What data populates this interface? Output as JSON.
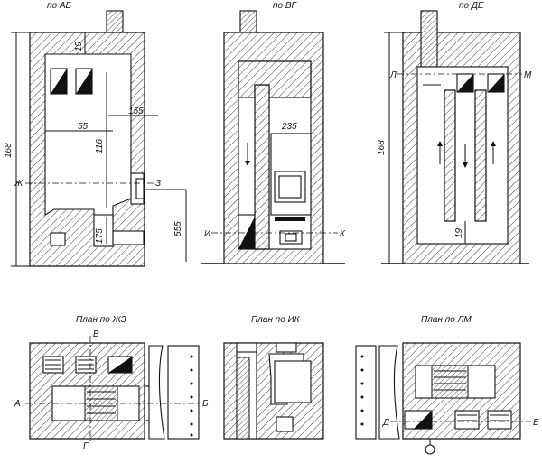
{
  "views": {
    "ab": {
      "title": "по АБ",
      "dims": [
        "19",
        "155",
        "55",
        "116",
        "168",
        "175",
        "555"
      ],
      "section_left": "Ж",
      "section_right": "З"
    },
    "vg": {
      "title": "по ВГ",
      "dims": [
        "235"
      ],
      "section_left": "И",
      "section_right": "К"
    },
    "de": {
      "title": "по ДЕ",
      "dims": [
        "168",
        "19"
      ],
      "section_left": "Л",
      "section_right": "М"
    }
  },
  "plans": {
    "zhz": {
      "title": "План по ЖЗ",
      "marks": [
        "В",
        "Г",
        "А",
        "Б"
      ]
    },
    "ik": {
      "title": "План по ИК"
    },
    "lm": {
      "title": "План по ЛМ",
      "marks": [
        "Д",
        "Е"
      ]
    }
  }
}
